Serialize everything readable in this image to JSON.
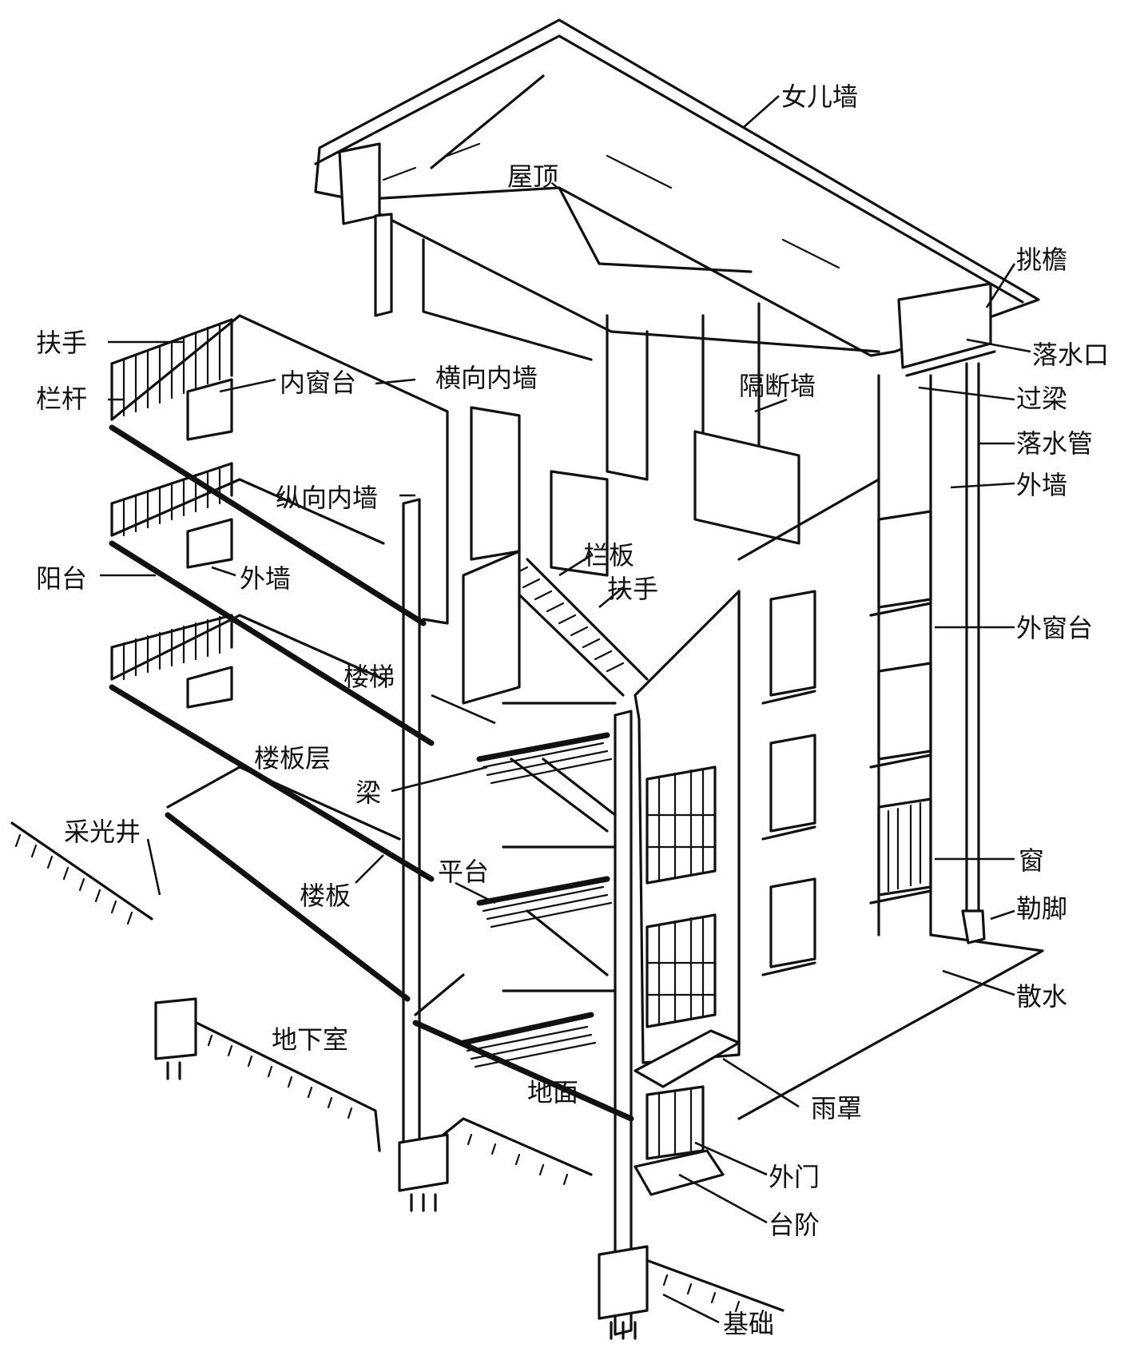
{
  "diagram": {
    "labels": {
      "parapet": "女儿墙",
      "roof": "屋顶",
      "eaves": "挑檐",
      "roof_drain": "落水口",
      "lintel": "过梁",
      "downpipe": "落水管",
      "exterior_wall_right": "外墙",
      "partition_wall": "隔断墙",
      "transverse_inner_wall": "横向内墙",
      "inner_sill": "内窗台",
      "handrail_left": "扶手",
      "railing": "栏杆",
      "longitudinal_inner_wall": "纵向内墙",
      "balcony": "阳台",
      "exterior_wall_left": "外墙",
      "baluster_panel": "栏板",
      "handrail_stair": "扶手",
      "exterior_sill": "外窗台",
      "stair": "楼梯",
      "floor_layer": "楼板层",
      "beam": "梁",
      "light_well": "采光井",
      "landing": "平台",
      "floor_slab": "楼板",
      "window": "窗",
      "plinth": "勒脚",
      "apron": "散水",
      "basement": "地下室",
      "ground_floor": "地面",
      "canopy": "雨罩",
      "exterior_door": "外门",
      "steps": "台阶",
      "foundation": "基础"
    }
  }
}
